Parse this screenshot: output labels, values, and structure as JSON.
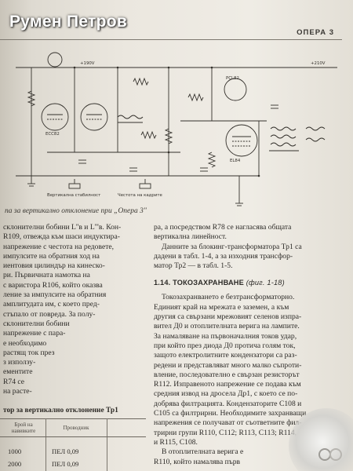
{
  "watermark": "Румен Петров",
  "running_head": "ОПЕРА 3",
  "figure_caption": "па за вертикално отклонение при „Опера 3\"",
  "left_column": [
    "склонителни бобини L''в и L'''в. Кон-",
    "R109, отвежда към шаси индуктира-",
    "напрежение с честота на редовете,",
    "импулсите на обратния ход на",
    "иентовия цилиндър на кинеско-",
    "ри. Първичната намотка на",
    "с варистора R106, който оказва",
    "ление за импулсите на обратния",
    "амплитудата им, с което пред-",
    "стъпало от повреда. За полу-",
    "склонителни бобини",
    "напрежение с пара-",
    "е необходимо",
    "растящ ток през",
    "з използу-",
    "ементите",
    "R74 се",
    "на расте-"
  ],
  "right_column_intro": [
    "ра, а посредством R78 се нагласява общата",
    "вертикална линейност.",
    "Данните за блокинг-трансформатора Тр1 са",
    "дадени в табл. 1-4, а за изходния трансфор-",
    "матор Тр2 — в табл. 1-5."
  ],
  "section_heading": "1.14. ТОКОЗАХРАНВАНЕ",
  "section_figure_ref": "(фиг. 1-18)",
  "right_column_body": [
    "Токозахранването е безтрансформаторно.",
    "Единият край на мрежата е заземен, а към",
    "другия са свързани мрежовият селенов изпра-",
    "вител Д0 и отоплителната верига на лампите.",
    "За намаляване на първоначалния токов удар,",
    "при който през диода Д0 протича голям ток,",
    "защото електролитните кондензатори са раз-",
    "редени и представляват много малко съпроти-",
    "вление, последователно е свързан резисторът",
    "R112. Изправеното напрежение се подава към",
    "средния извод на дросела Др1, с което се по-",
    "добрява филтрацията. Кондензаторите C108 и",
    "C105 са филтрирни. Необходимите захранващи",
    "напрежения се получават от съответните фил-",
    "трирни групи R110, C112; R113, C113; R114, C110",
    "и R115, C108.",
    "В отоплителната верига е",
    "R110, който намалява първ"
  ],
  "table": {
    "title": "тор за вертикално отклонение Тр1",
    "header_turns": "Брой на навивките",
    "header_wire": "Проводник",
    "rows": [
      {
        "turns": "1000",
        "wire": "ПЕЛ 0,09"
      },
      {
        "turns": "2000",
        "wire": "ПЕЛ 0,09"
      }
    ]
  },
  "schematic_labels": [
    "ECC82",
    "EL84",
    "PCL82",
    "Вертикална стабилност",
    "Честота на кадрите",
    "+190V",
    "+210V"
  ],
  "colors": {
    "paper": "#ebe7df",
    "ink": "#2c2a27",
    "watermark": "#ffffff"
  }
}
